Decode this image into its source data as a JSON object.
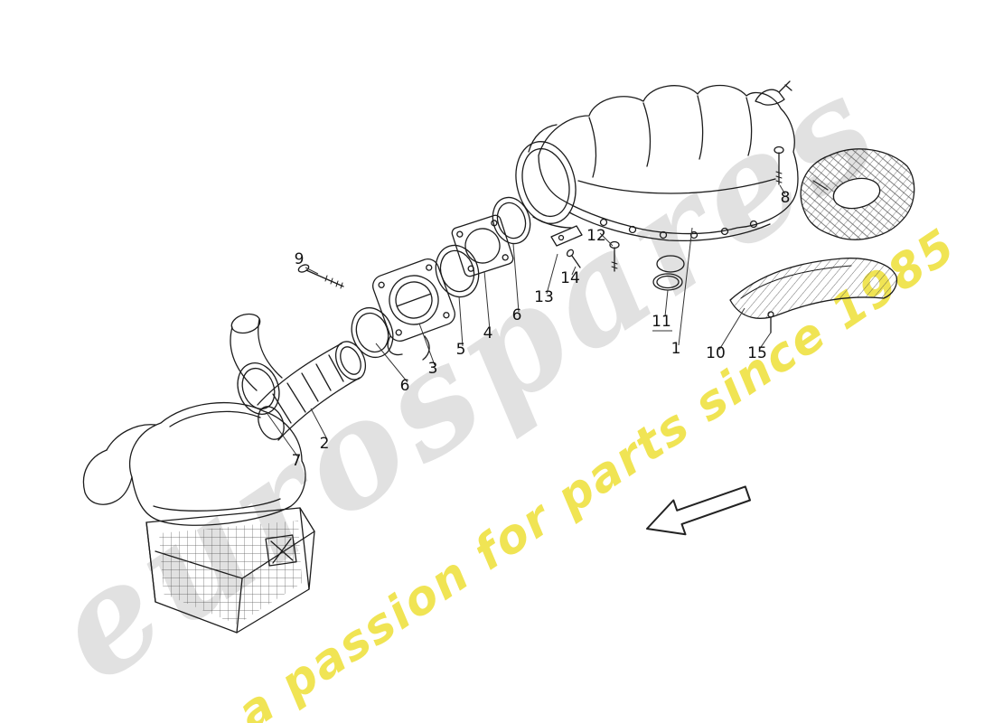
{
  "page": {
    "background": "#ffffff"
  },
  "watermark": {
    "brand": "eurospares",
    "tagline": "a passion for parts since 1985",
    "brand_color": "#d6d6d6",
    "tagline_color": "#efe13d"
  },
  "diagram": {
    "line_color": "#1c1c1c",
    "leader_color": "#333333",
    "callouts": [
      {
        "part": "9"
      },
      {
        "part": "2"
      },
      {
        "part": "7"
      },
      {
        "part": "3"
      },
      {
        "part": "6"
      },
      {
        "part": "5"
      },
      {
        "part": "4"
      },
      {
        "part": "6"
      },
      {
        "part": "13"
      },
      {
        "part": "14"
      },
      {
        "part": "12"
      },
      {
        "part": "8"
      },
      {
        "part": "11"
      },
      {
        "part": "1"
      },
      {
        "part": "10"
      },
      {
        "part": "15"
      }
    ]
  },
  "icons": {
    "direction_arrow": "⬋"
  }
}
